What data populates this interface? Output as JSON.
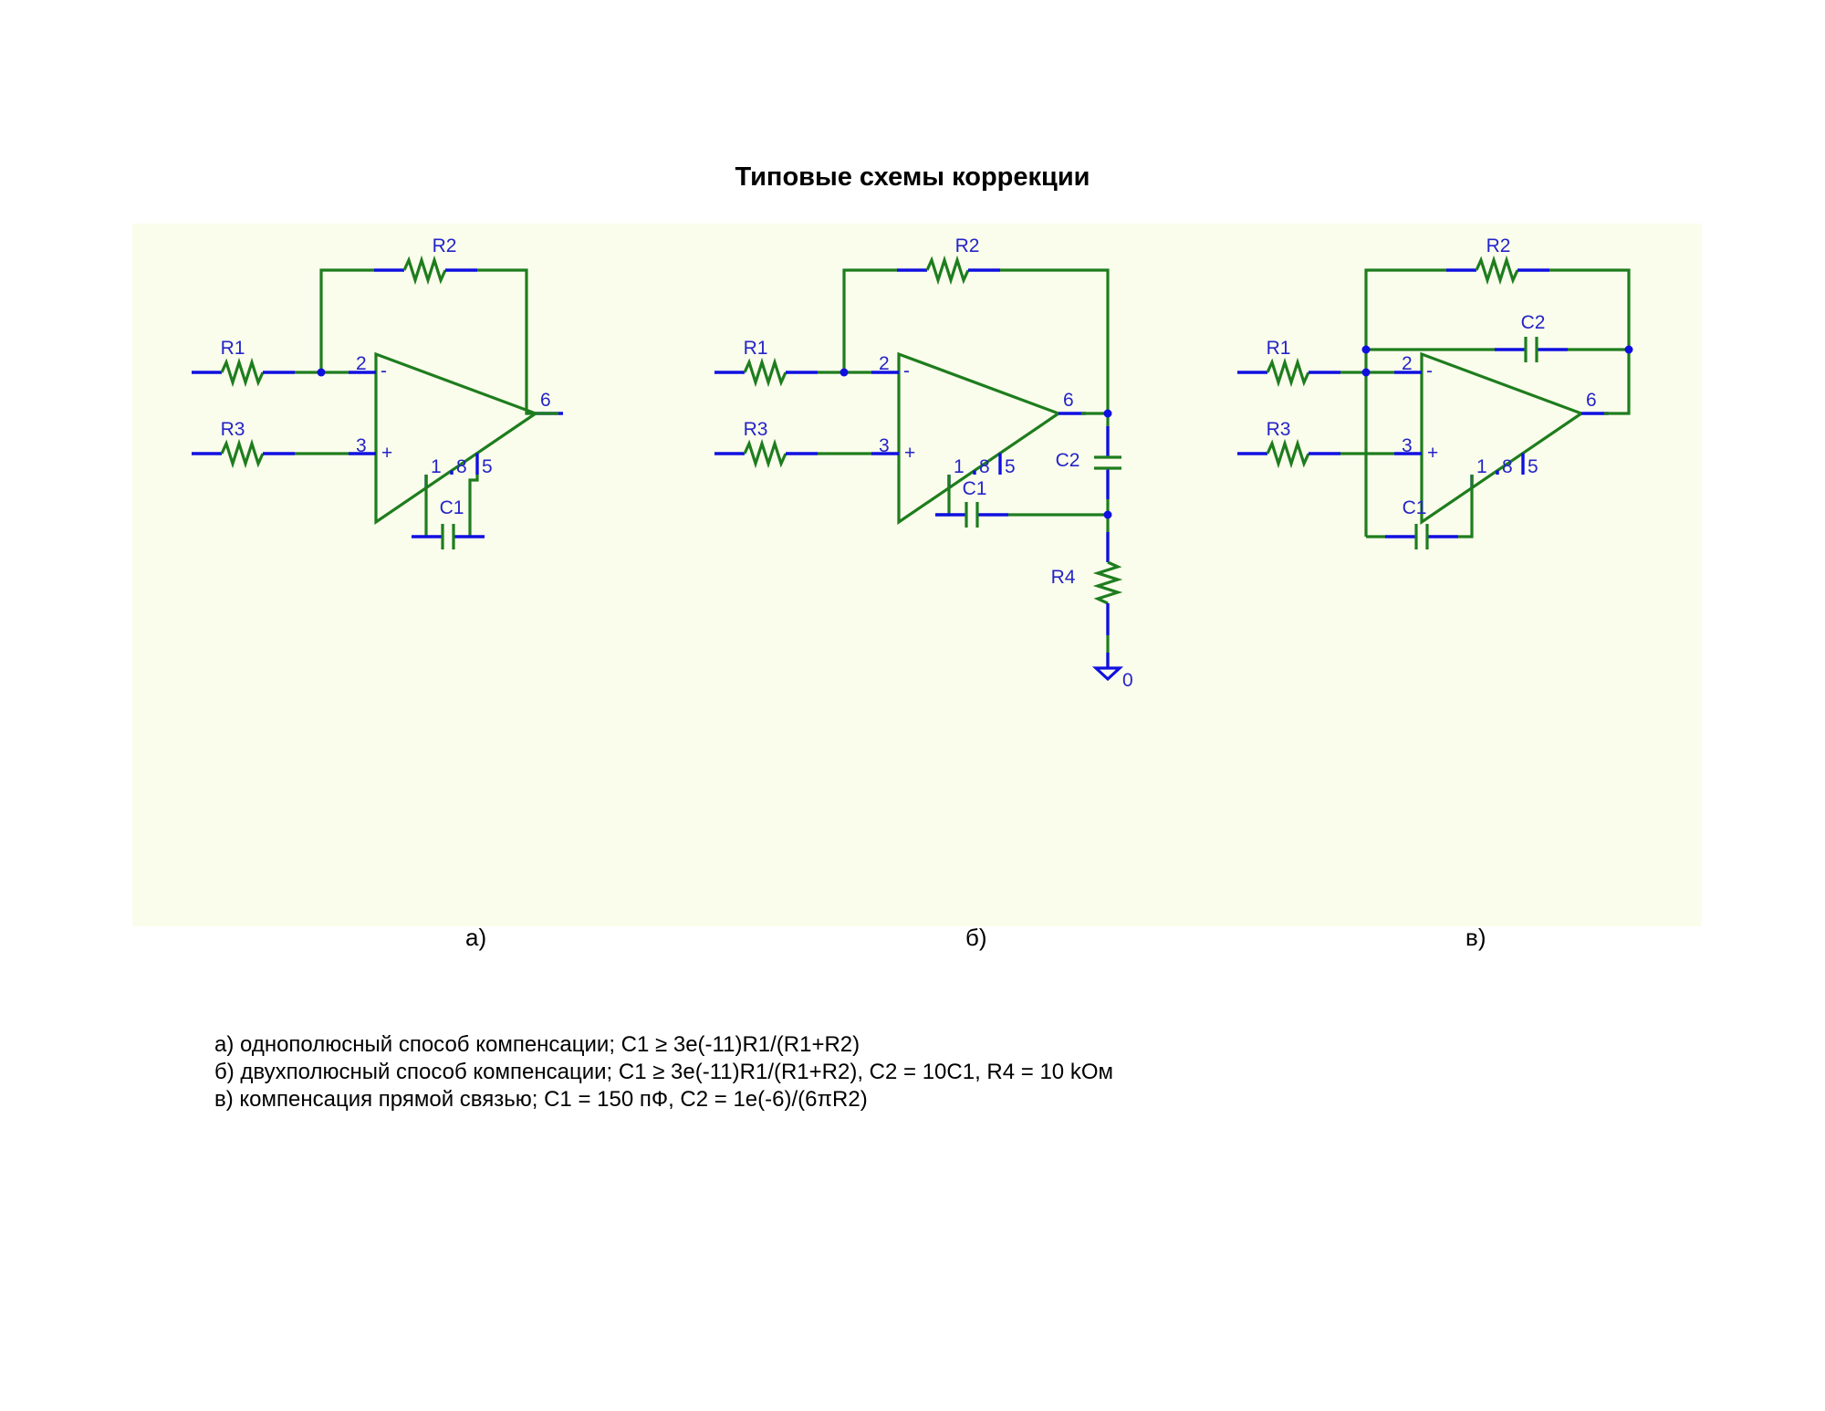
{
  "title": "Типовые схемы коррекции",
  "colors": {
    "wire": "#1e7d1e",
    "pin": "#1010e0",
    "label": "#2424c8",
    "panel": "#fbfdec"
  },
  "circuits": [
    {
      "caption": "а)",
      "labels": {
        "R1": "R1",
        "R2": "R2",
        "R3": "R3",
        "C1": "C1",
        "pin_inv": "2",
        "pin_noninv": "3",
        "pin_out": "6",
        "pin_1": "1",
        "pin_8": "8",
        "pin_5": "5",
        "sign_minus": "-",
        "sign_plus": "+"
      }
    },
    {
      "caption": "б)",
      "labels": {
        "R1": "R1",
        "R2": "R2",
        "R3": "R3",
        "R4": "R4",
        "C1": "C1",
        "C2": "C2",
        "pin_inv": "2",
        "pin_noninv": "3",
        "pin_out": "6",
        "pin_1": "1",
        "pin_8": "8",
        "pin_5": "5",
        "ground": "0",
        "sign_minus": "-",
        "sign_plus": "+"
      }
    },
    {
      "caption": "в)",
      "labels": {
        "R1": "R1",
        "R2": "R2",
        "R3": "R3",
        "C1": "C1",
        "C2": "C2",
        "pin_inv": "2",
        "pin_noninv": "3",
        "pin_out": "6",
        "pin_1": "1",
        "pin_8": "8",
        "pin_5": "5",
        "sign_minus": "-",
        "sign_plus": "+"
      }
    }
  ],
  "notes": [
    "а) однополюсный способ компенсации; C1 ≥ 3e(-11)R1/(R1+R2)",
    "б) двухполюсный способ компенсации; C1 ≥ 3e(-11)R1/(R1+R2), C2 = 10C1, R4 = 10 kOм",
    "в) компенсация прямой связью; C1 = 150 пФ, C2 = 1e(-6)/(6πR2)"
  ]
}
